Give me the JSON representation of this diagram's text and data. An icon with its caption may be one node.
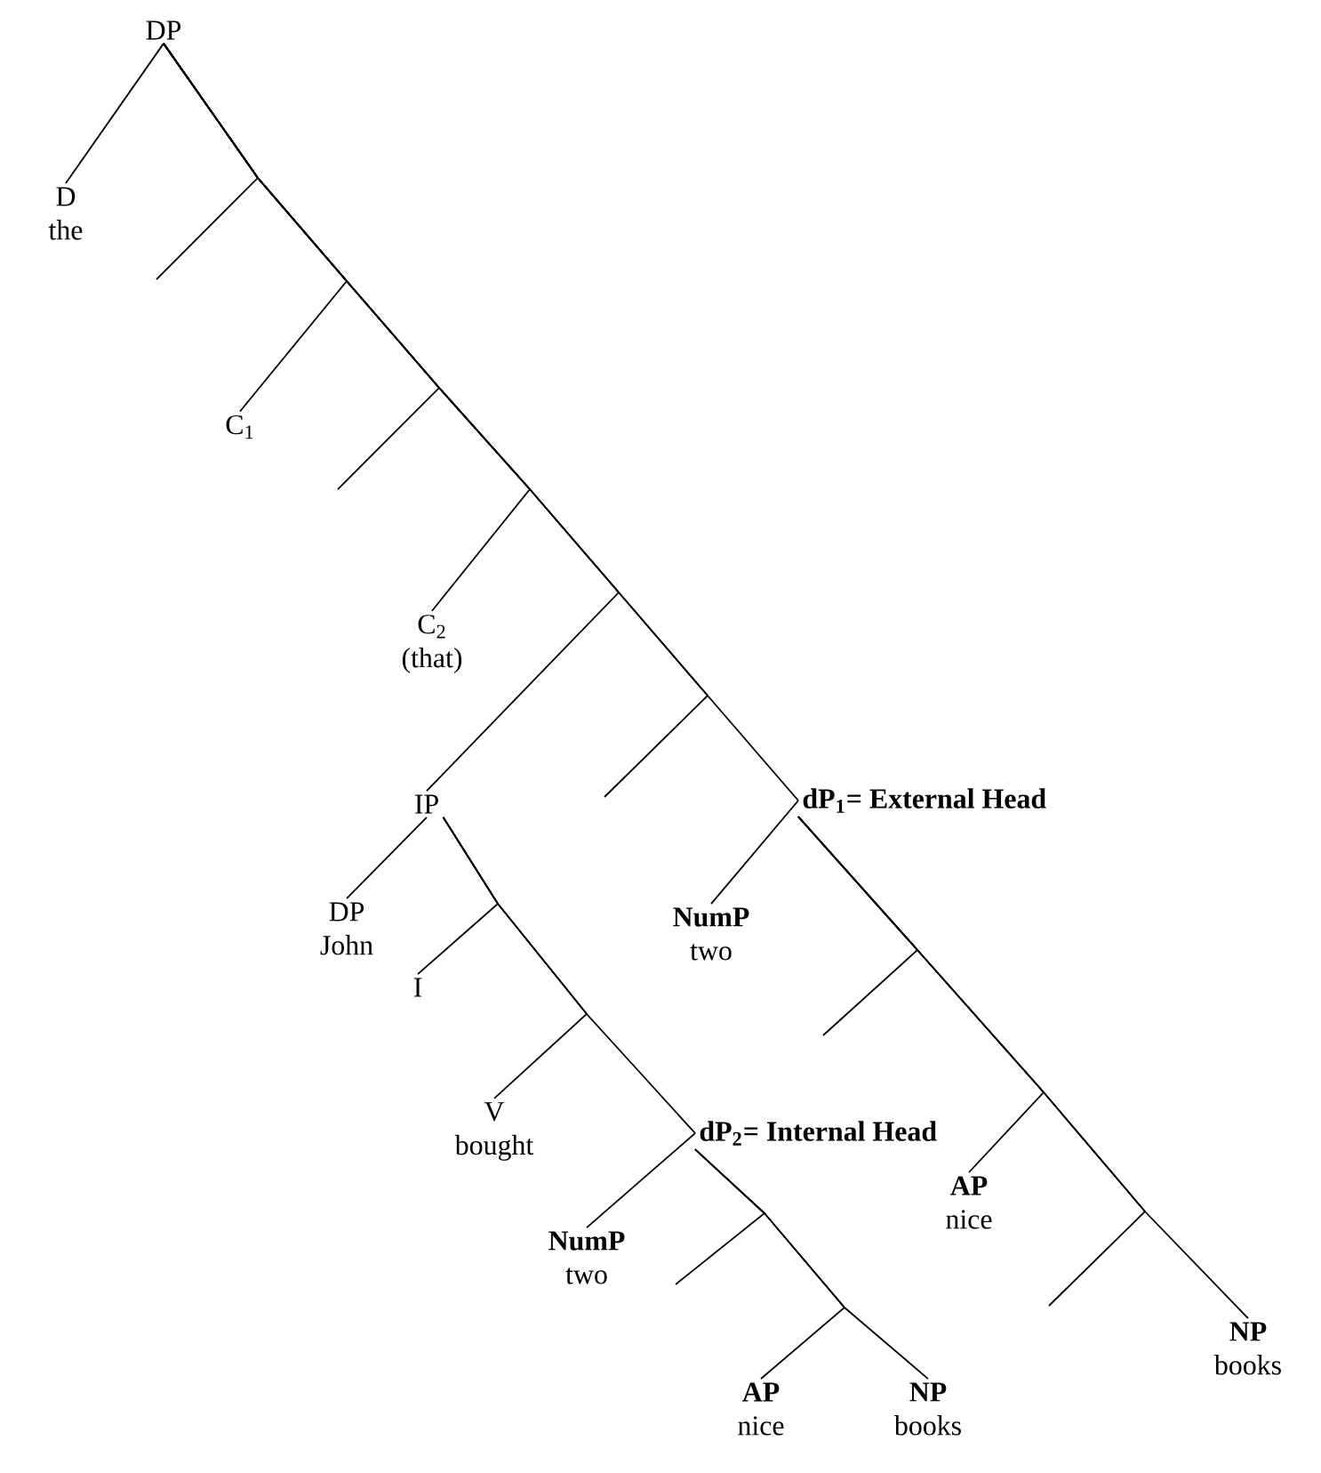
{
  "diagram": {
    "nodes": [
      {
        "text": [
          "DP"
        ]
      },
      {
        "text": [
          "D",
          "the"
        ]
      },
      {
        "text": [
          "C$_{1}$"
        ]
      },
      {
        "text": [
          "C$_{2}$",
          "(that)"
        ]
      },
      {
        "text": [
          "IP"
        ]
      },
      {
        "text": [
          "dP$_{1}$= External Head"
        ]
      },
      {
        "text": [
          "DP",
          "John"
        ]
      },
      {
        "text": [
          "I"
        ]
      },
      {
        "text": [
          "NumP",
          "two"
        ]
      },
      {
        "text": [
          "V",
          "bought"
        ]
      },
      {
        "text": [
          "dP$_{2}$= Internal Head"
        ]
      },
      {
        "text": [
          "NumP",
          "two"
        ]
      },
      {
        "text": [
          "AP",
          "nice"
        ]
      },
      {
        "text": [
          "AP",
          "nice"
        ]
      },
      {
        "text": [
          "NP",
          "books"
        ]
      },
      {
        "text": [
          "NP",
          "books"
        ]
      }
    ],
    "edges": [
      {
        "from": 0,
        "to": 1,
        "arrow": "none"
      },
      {
        "from": 0,
        "to": null,
        "arrow": "none"
      },
      {
        "from": 0,
        "to": 2,
        "arrow": "none"
      },
      {
        "from": 0,
        "to": null,
        "arrow": "none"
      },
      {
        "from": 0,
        "to": 3,
        "arrow": "none"
      },
      {
        "from": 0,
        "to": 4,
        "arrow": "none"
      },
      {
        "from": 0,
        "to": null,
        "arrow": "none"
      },
      {
        "from": 0,
        "to": 5,
        "arrow": "none"
      },
      {
        "from": 5,
        "to": 8,
        "arrow": "none"
      },
      {
        "from": 5,
        "to": null,
        "arrow": "none"
      },
      {
        "from": 5,
        "to": 12,
        "arrow": "none"
      },
      {
        "from": 5,
        "to": null,
        "arrow": "none"
      },
      {
        "from": 5,
        "to": 15,
        "arrow": "none"
      },
      {
        "from": 4,
        "to": 6,
        "arrow": "none"
      },
      {
        "from": 4,
        "to": 7,
        "arrow": "none"
      },
      {
        "from": 4,
        "to": 9,
        "arrow": "none"
      },
      {
        "from": 4,
        "to": 10,
        "arrow": "none"
      },
      {
        "from": 10,
        "to": 11,
        "arrow": "none"
      },
      {
        "from": 10,
        "to": null,
        "arrow": "none"
      },
      {
        "from": 10,
        "to": 13,
        "arrow": "none"
      },
      {
        "from": 10,
        "to": 14,
        "arrow": "none"
      }
    ]
  }
}
